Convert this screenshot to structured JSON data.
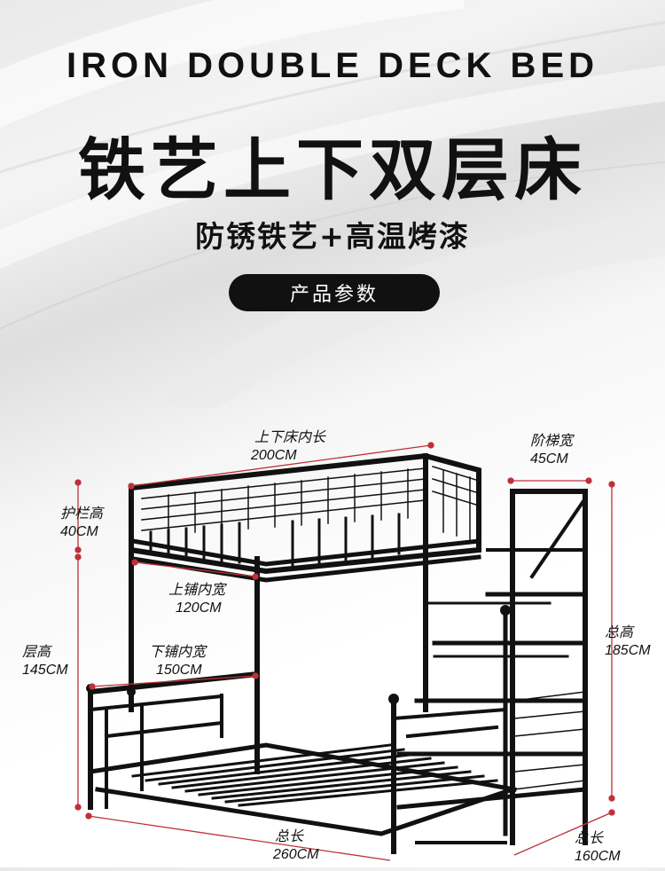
{
  "header": {
    "title_en": "IRON DOUBLE DECK BED",
    "title_cn": "铁艺上下双层床",
    "subtitle": "防锈铁艺+高温烤漆",
    "section_button": "产品参数"
  },
  "dimensions": {
    "inner_length": {
      "label": "上下床内长",
      "value": "200CM"
    },
    "ladder_width": {
      "label": "阶梯宽",
      "value": "45CM"
    },
    "guardrail_height": {
      "label": "护栏高",
      "value": "40CM"
    },
    "upper_inner_width": {
      "label": "上铺内宽",
      "value": "120CM"
    },
    "floor_height": {
      "label": "层高",
      "value": "145CM"
    },
    "lower_inner_width": {
      "label": "下铺内宽",
      "value": "150CM"
    },
    "total_height": {
      "label": "总高",
      "value": "185CM"
    },
    "total_length": {
      "label": "总长",
      "value": "260CM"
    },
    "total_width": {
      "label": "总长",
      "value": "160CM"
    }
  },
  "colors": {
    "frame": "#111111",
    "dimension_line": "#c0303a",
    "background": "#f2f2f2"
  }
}
